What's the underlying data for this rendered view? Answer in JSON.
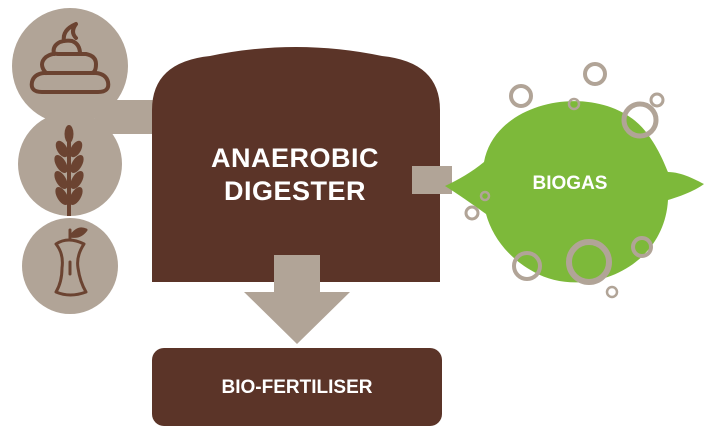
{
  "diagram": {
    "digester": {
      "line1": "ANAEROBIC",
      "line2": "DIGESTER"
    },
    "biogas": "BIOGAS",
    "fertiliser": "BIO-FERTILISER"
  },
  "inputs": [
    {
      "icon": "manure-icon"
    },
    {
      "icon": "wheat-icon"
    },
    {
      "icon": "apple-core-icon"
    }
  ],
  "colors": {
    "digester_brown": "#5b3428",
    "taupe": "#b1a497",
    "icon_brown": "#6b4331",
    "biogas_green": "#7db93a",
    "text_white": "#ffffff"
  }
}
